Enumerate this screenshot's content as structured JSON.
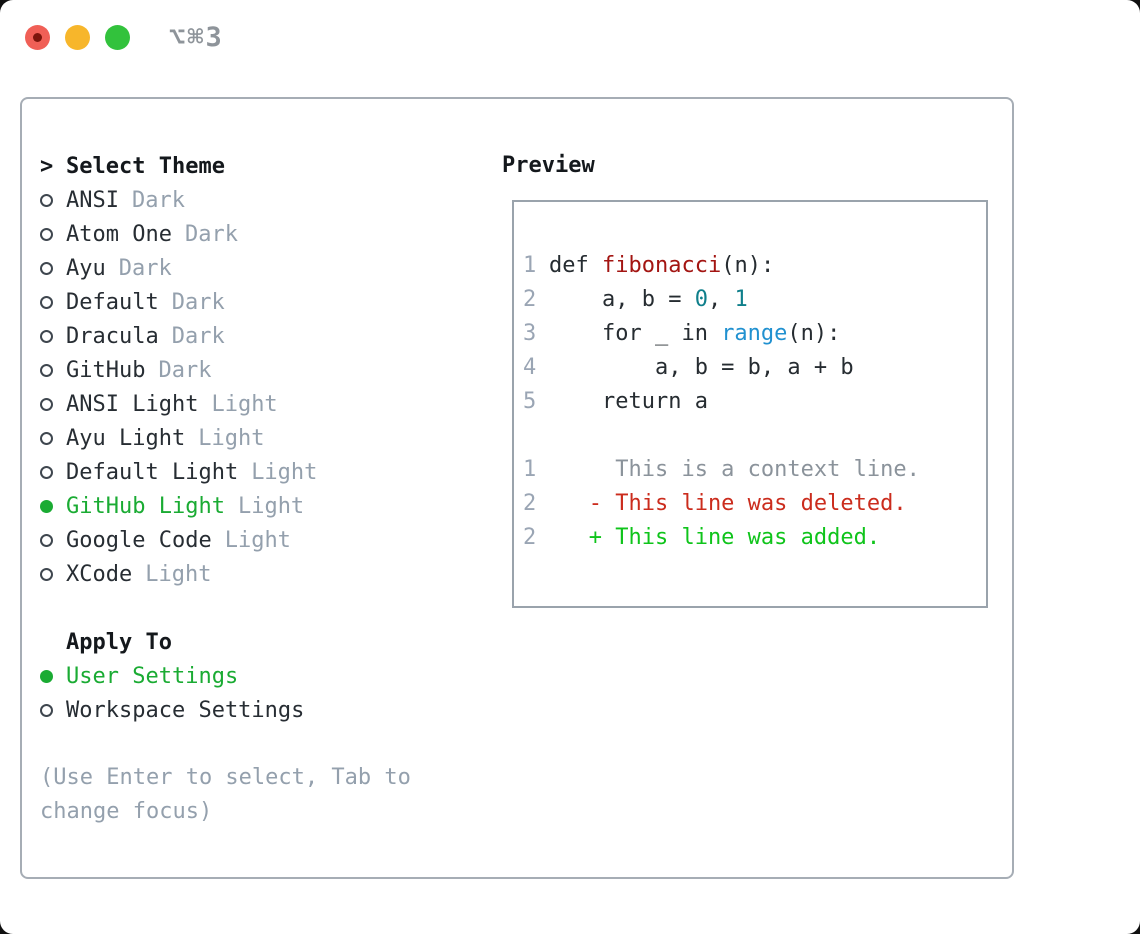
{
  "window": {
    "shortcut_label": "⌥⌘3"
  },
  "colors": {
    "accent_green": "#1aab33",
    "diff_added": "#0fc41b",
    "diff_deleted": "#cb2c1d",
    "func_red": "#a31512",
    "number_teal": "#0f7f8b",
    "call_blue": "#2191d0",
    "text_dark": "#262c31",
    "muted_gray": "#94a0ad",
    "context_gray": "#8b939b",
    "linenum_gray": "#9aa5b4",
    "traffic_red": "#f05f56",
    "traffic_red_dot": "#7c150c",
    "traffic_yellow": "#f7b62b",
    "traffic_green": "#32c23c"
  },
  "theme_picker": {
    "header_marker": ">",
    "header": "Select Theme",
    "items": [
      {
        "name": "ANSI",
        "variant": "Dark",
        "selected": false
      },
      {
        "name": "Atom One",
        "variant": "Dark",
        "selected": false
      },
      {
        "name": "Ayu",
        "variant": "Dark",
        "selected": false
      },
      {
        "name": "Default",
        "variant": "Dark",
        "selected": false
      },
      {
        "name": "Dracula",
        "variant": "Dark",
        "selected": false
      },
      {
        "name": "GitHub",
        "variant": "Dark",
        "selected": false
      },
      {
        "name": "ANSI Light",
        "variant": "Light",
        "selected": false
      },
      {
        "name": "Ayu Light",
        "variant": "Light",
        "selected": false
      },
      {
        "name": "Default Light",
        "variant": "Light",
        "selected": false
      },
      {
        "name": "GitHub Light",
        "variant": "Light",
        "selected": true
      },
      {
        "name": "Google Code",
        "variant": "Light",
        "selected": false
      },
      {
        "name": "XCode",
        "variant": "Light",
        "selected": false
      }
    ],
    "apply_header": "Apply To",
    "apply_options": [
      {
        "label": "User Settings",
        "selected": true
      },
      {
        "label": "Workspace Settings",
        "selected": false
      }
    ],
    "hint": "(Use Enter to select, Tab to change focus)"
  },
  "preview": {
    "header": "Preview",
    "lines": [
      {
        "num": "1",
        "parts": [
          {
            "text": "def ",
            "style": "plain"
          },
          {
            "text": "fibonacci",
            "style": "func"
          },
          {
            "text": "(n):",
            "style": "plain"
          }
        ]
      },
      {
        "num": "2",
        "parts": [
          {
            "text": "    a, b = ",
            "style": "plain"
          },
          {
            "text": "0",
            "style": "numlit"
          },
          {
            "text": ", ",
            "style": "plain"
          },
          {
            "text": "1",
            "style": "numlit"
          }
        ]
      },
      {
        "num": "3",
        "parts": [
          {
            "text": "    for _ in ",
            "style": "plain"
          },
          {
            "text": "range",
            "style": "call"
          },
          {
            "text": "(n):",
            "style": "plain"
          }
        ]
      },
      {
        "num": "4",
        "parts": [
          {
            "text": "        a, b = b, a + b",
            "style": "plain"
          }
        ]
      },
      {
        "num": "5",
        "parts": [
          {
            "text": "    return a",
            "style": "plain"
          }
        ]
      },
      {
        "num": "",
        "parts": []
      },
      {
        "num": "1",
        "parts": [
          {
            "text": "     This is a context line.",
            "style": "context"
          }
        ]
      },
      {
        "num": "2",
        "parts": [
          {
            "text": "   - This line was deleted.",
            "style": "deleted"
          }
        ]
      },
      {
        "num": "2",
        "parts": [
          {
            "text": "   + This line was added.",
            "style": "added"
          }
        ]
      }
    ]
  }
}
